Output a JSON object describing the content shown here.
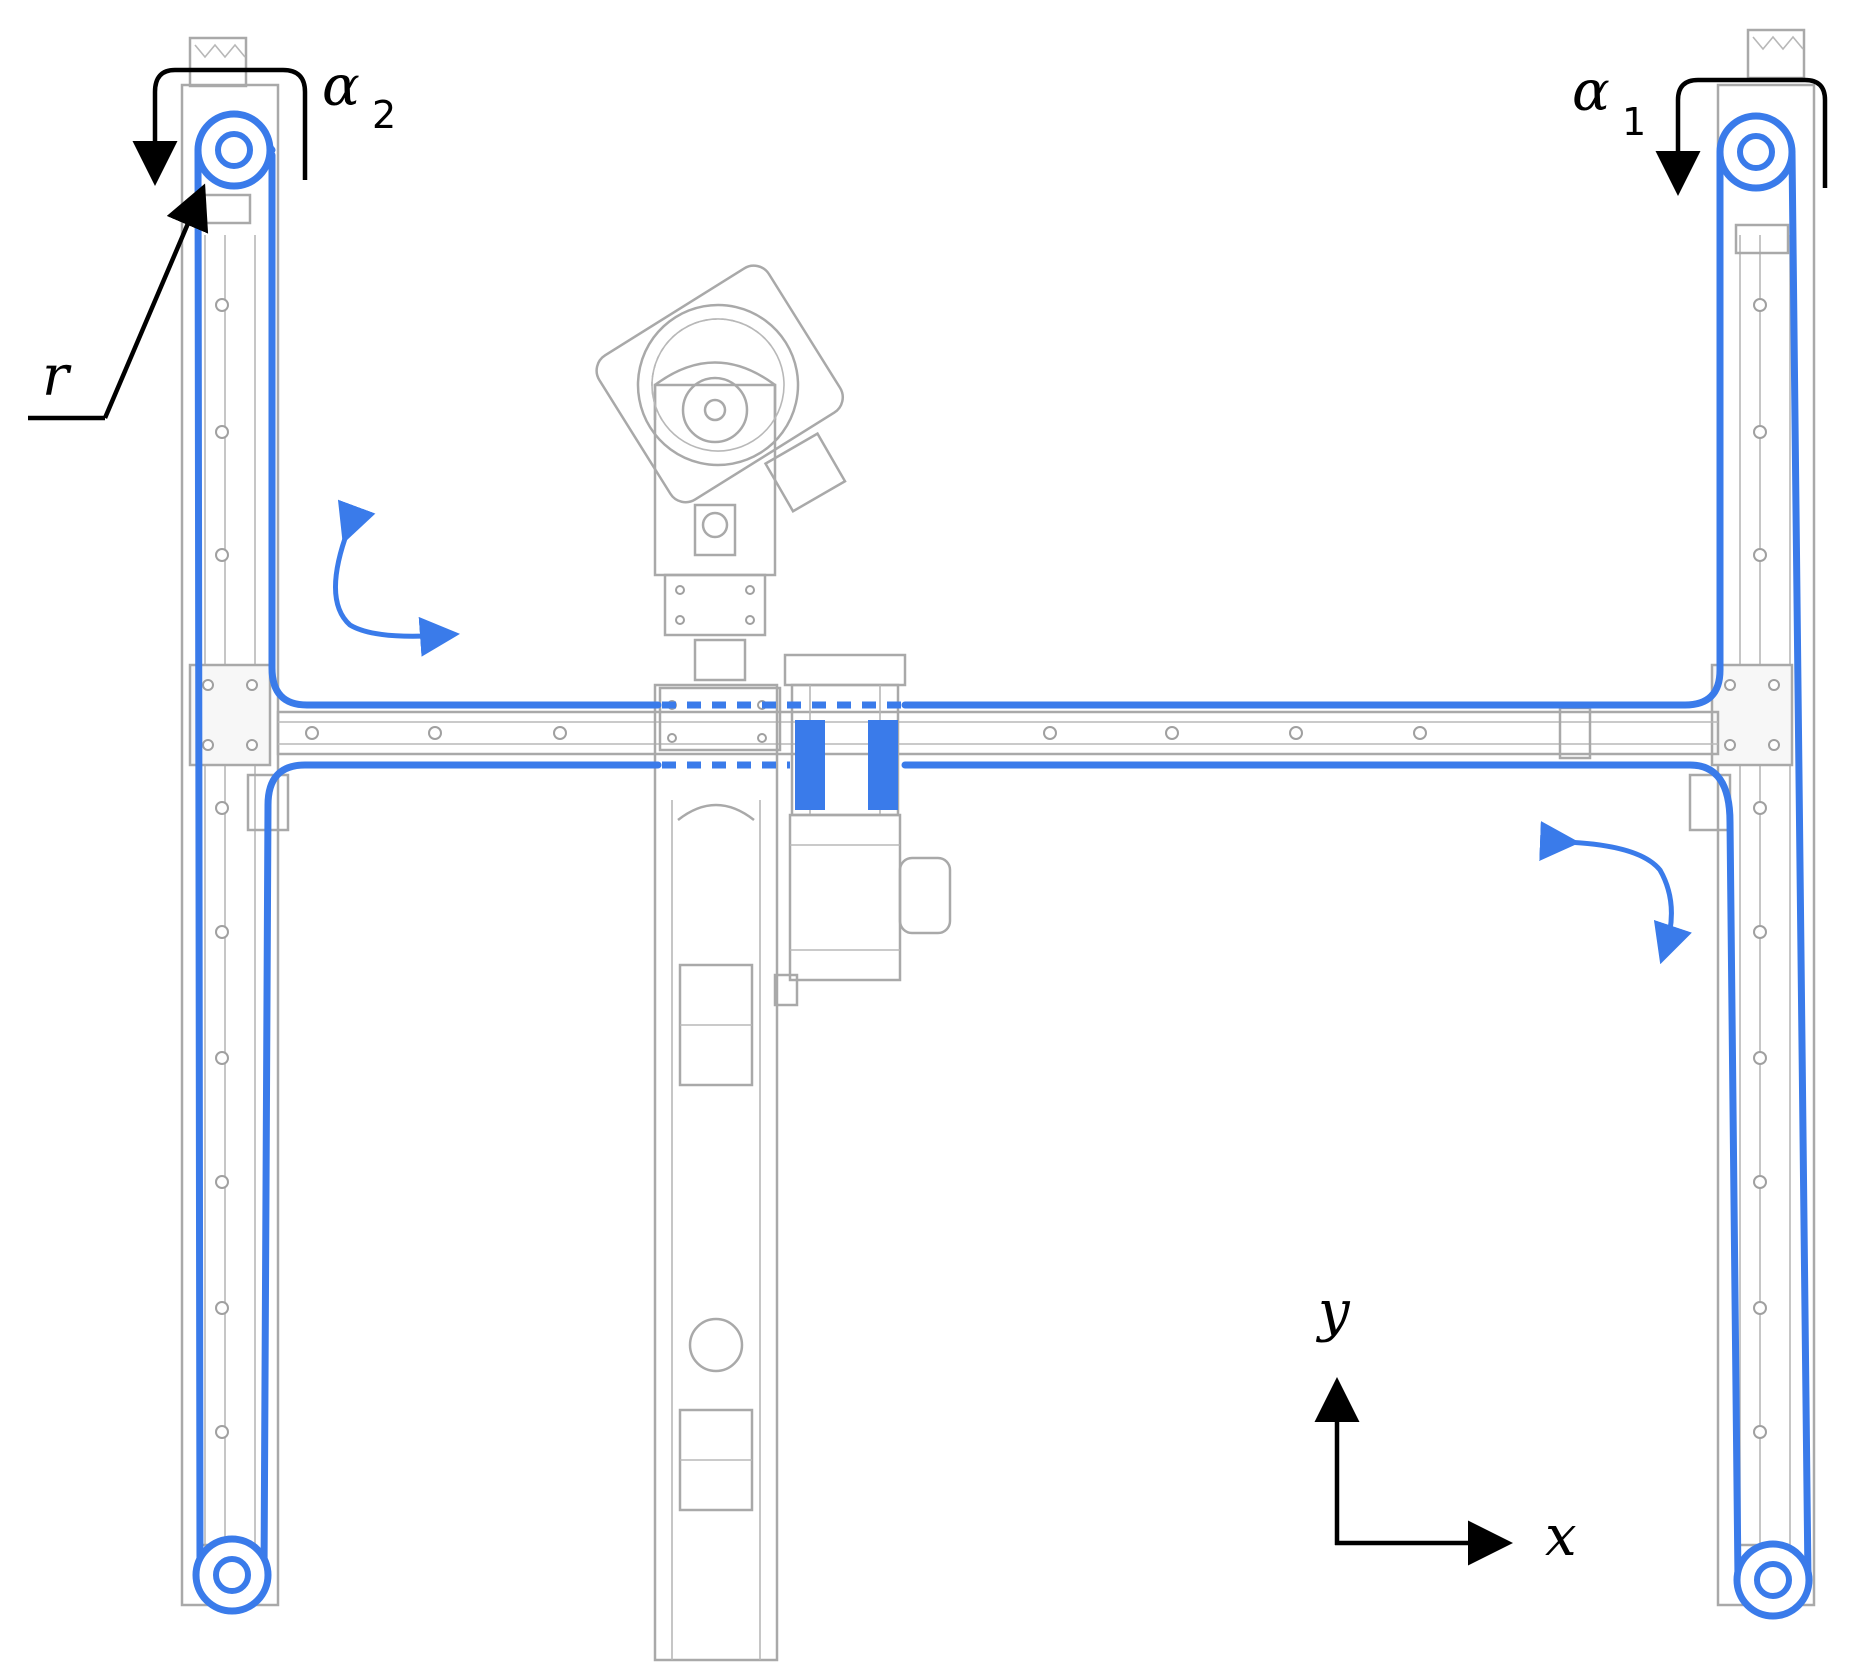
{
  "labels": {
    "alpha1_symbol": "α",
    "alpha1_sub": "1",
    "alpha2_symbol": "α",
    "alpha2_sub": "2",
    "radius": "r",
    "x_axis": "x",
    "y_axis": "y"
  },
  "colors": {
    "belt": "#3a7bea",
    "frame": "#a9a9a9",
    "ink": "#000000",
    "background": "#ffffff"
  },
  "icons": {
    "pulley": "pulley-icon",
    "direction_arrows": "curved-double-arrow-icon",
    "rotation_arrows": "rotation-arrow-icon"
  }
}
